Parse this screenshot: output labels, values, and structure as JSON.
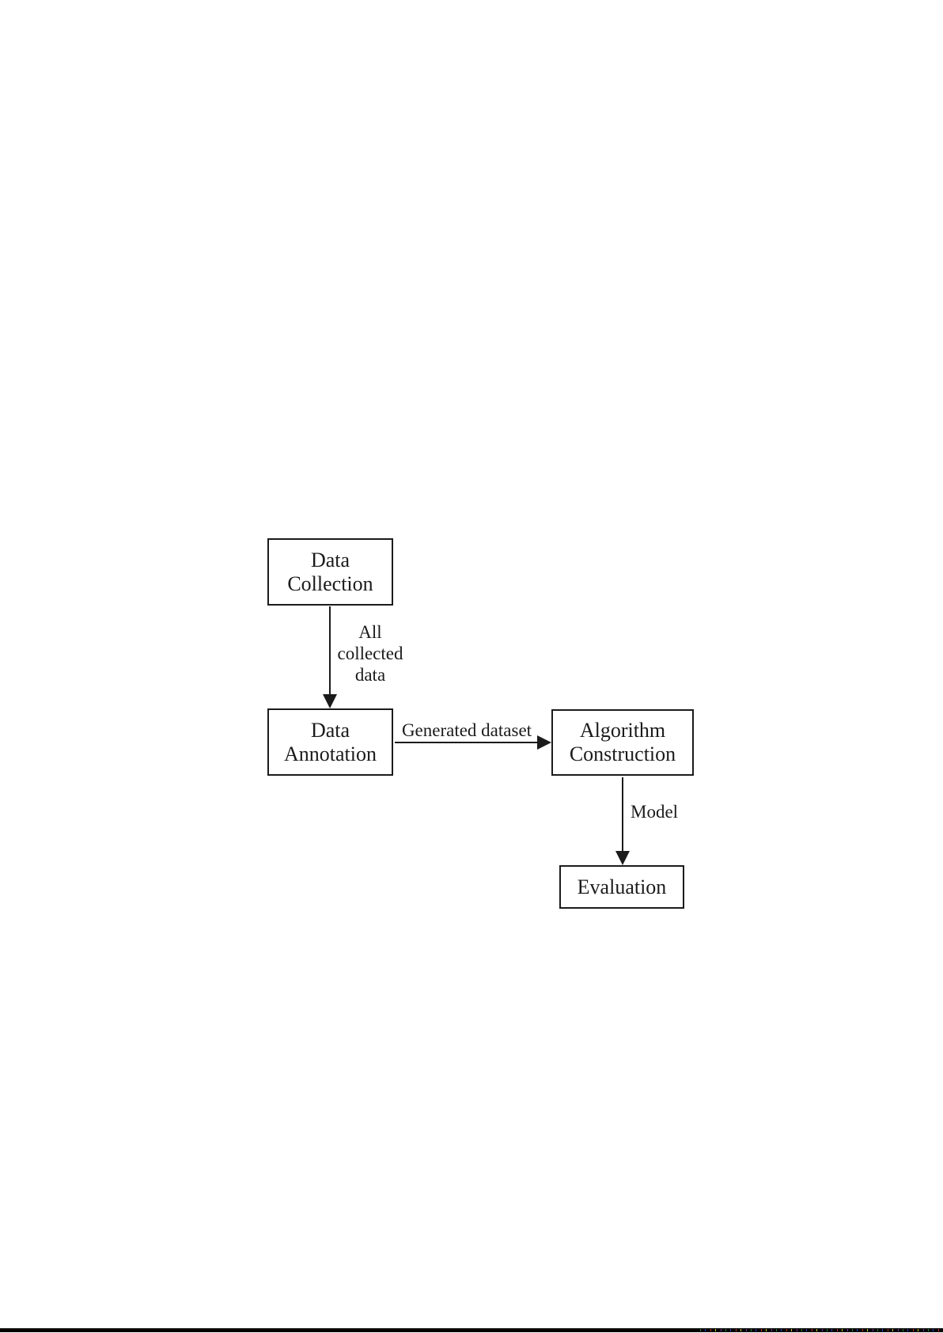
{
  "diagram": {
    "type": "flowchart",
    "nodes": {
      "data_collection": {
        "lines": [
          "Data",
          "Collection"
        ]
      },
      "data_annotation": {
        "lines": [
          "Data",
          "Annotation"
        ]
      },
      "algorithm_construction": {
        "lines": [
          "Algorithm",
          "Construction"
        ]
      },
      "evaluation": {
        "lines": [
          "Evaluation"
        ]
      }
    },
    "edges": {
      "collection_to_annotation": {
        "direction": "down",
        "label_lines": [
          "All",
          "collected",
          "data"
        ]
      },
      "annotation_to_construction": {
        "direction": "right",
        "label": "Generated dataset"
      },
      "construction_to_evaluation": {
        "direction": "down",
        "label": "Model"
      }
    },
    "colors": {
      "line": "#1b1b1b",
      "text": "#1b1b1b",
      "background": "#ffffff",
      "scan_bar": "#000000"
    }
  }
}
